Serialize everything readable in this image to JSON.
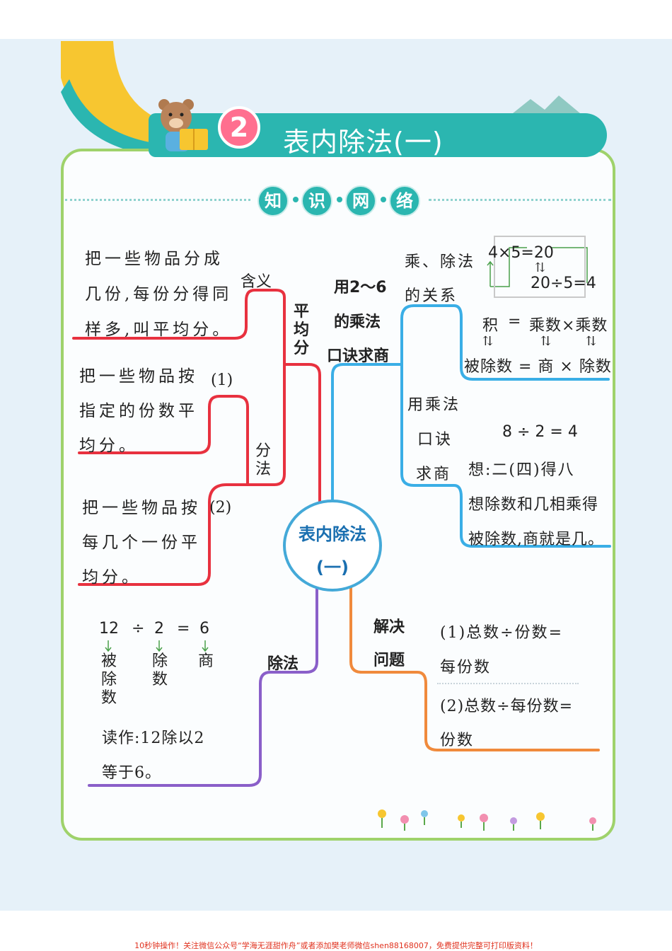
{
  "header": {
    "chapter_number": "2",
    "title": "表内除法(一)"
  },
  "knowledge_network": [
    "知",
    "识",
    "网",
    "络"
  ],
  "center_topic": {
    "line1": "表内除法",
    "line2": "(一)"
  },
  "equal_division": {
    "branch": "平均分",
    "meaning_label": "含义",
    "meaning_text": [
      "把一些物品分成",
      "几份,每份分得同",
      "样多,叫平均分。"
    ],
    "methods_label": "分法",
    "method1_num": "(1)",
    "method1_text": [
      "把一些物品按",
      "指定的份数平",
      "均分。"
    ],
    "method2_num": "(2)",
    "method2_text": [
      "把一些物品按",
      "每几个一份平",
      "均分。"
    ]
  },
  "multiplication": {
    "branch_lines": [
      "用2～6",
      "的乘法",
      "口诀求商"
    ],
    "relation_label": [
      "乘、除法",
      "的关系"
    ],
    "equation1": "4×5=20",
    "equation2": "20÷5=4",
    "swap_arrow": "⇅",
    "product_row": [
      "积",
      "=",
      "乘数×乘数"
    ],
    "arrows": [
      "⇅",
      "⇅",
      "⇅"
    ],
    "quotient_row": "被除数 = 商 × 除数",
    "method_label": [
      "用乘法",
      "口诀",
      "求商"
    ],
    "example": "8 ÷ 2 = 4",
    "think": "想:二(四)得八",
    "explain": [
      "想除数和几相乘得",
      "被除数,商就是几。"
    ]
  },
  "division": {
    "branch": "除法",
    "expression": [
      "12",
      "÷",
      "2",
      "=",
      "6"
    ],
    "part_dividend": "被除数",
    "part_divisor": "除数",
    "part_quotient": "商",
    "reading": [
      "读作:12除以2",
      "等于6。"
    ]
  },
  "problem_solving": {
    "branch": [
      "解决",
      "问题"
    ],
    "rule1": [
      "(1)总数÷份数=",
      "每份数"
    ],
    "rule2": [
      "(2)总数÷每份数=",
      "份数"
    ]
  },
  "colors": {
    "teal": "#2bb6b0",
    "red": "#e8313f",
    "blue": "#3aaee6",
    "purple": "#8a5fc9",
    "orange": "#f08a3c",
    "green_border": "#9fd26b"
  },
  "footer": "10秒钟操作！关注微信公众号“学海无涯甜作舟”或者添加樊老师微信shen88168007，免费提供完整可打印版资料！"
}
